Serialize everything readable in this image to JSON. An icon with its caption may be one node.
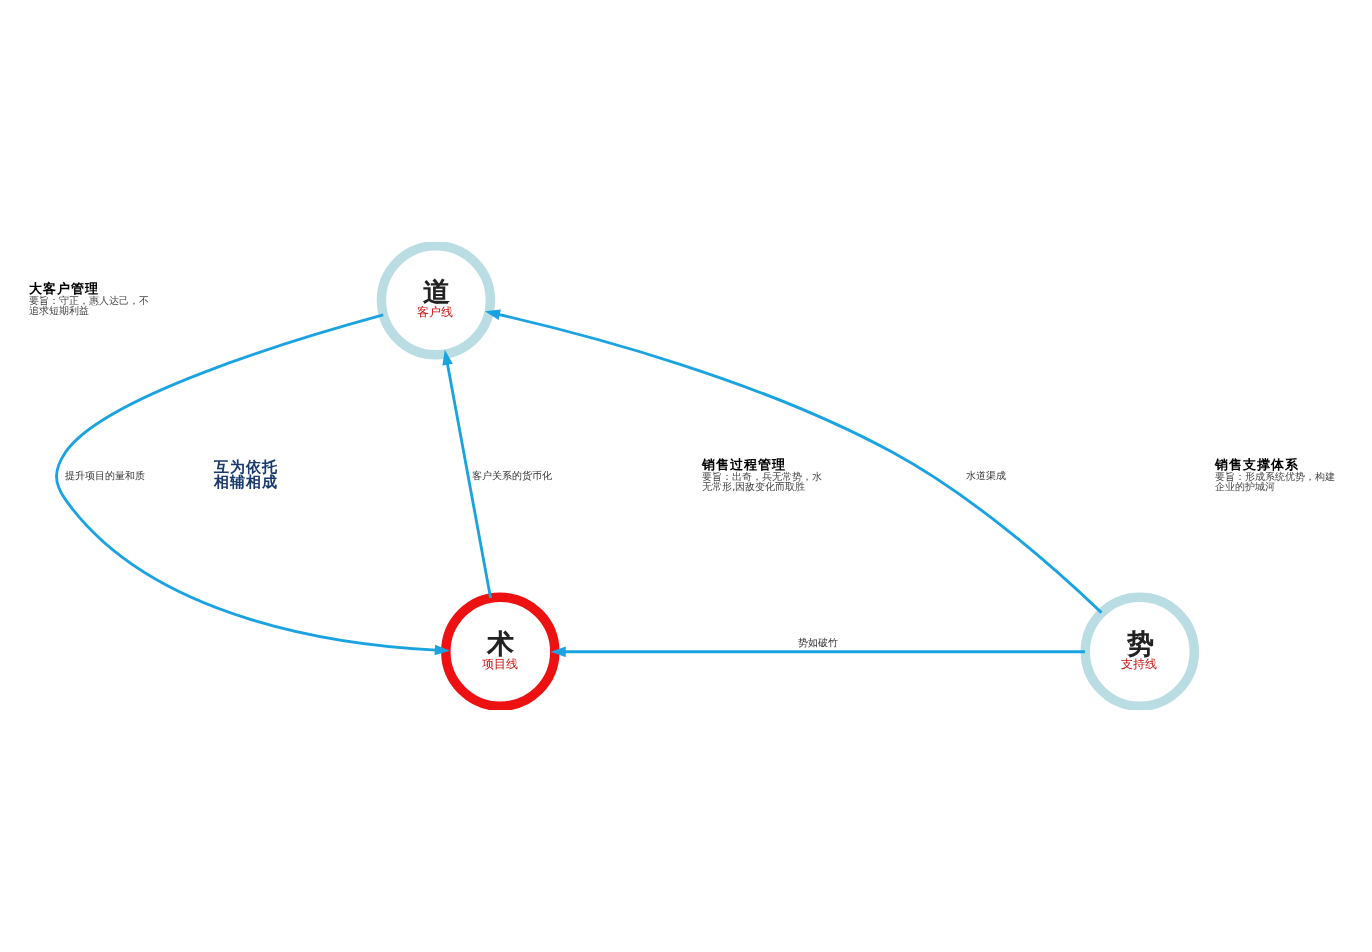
{
  "diagram": {
    "nodes": [
      {
        "text": [
          "道",
          "客户线"
        ],
        "beside": [
          "大客户管理",
          "要旨：守正，惠人达己，不追求短期利益"
        ]
      },
      {
        "text": [
          "术",
          "项目线"
        ],
        "beside": [
          "销售过程管理",
          "要旨：出奇，兵无常势，水无常形,因敌变化而取胜"
        ]
      },
      {
        "text": [
          "势",
          "支持线"
        ],
        "beside": [
          "销售支撑体系",
          "要旨：形成系统优势，构建企业的护城河"
        ]
      }
    ],
    "edges": [
      {
        "from": 0,
        "to": 1,
        "arrow": "to",
        "label": "提升项目的量和质"
      },
      {
        "from": 1,
        "to": 0,
        "arrow": "to",
        "label": "客户关系的货币化"
      },
      {
        "from": 2,
        "to": 0,
        "arrow": "to",
        "label": "水道渠成"
      },
      {
        "from": 2,
        "to": 1,
        "arrow": "to",
        "label": "势如破竹"
      }
    ],
    "labels": [
      "互为依托相辅相成"
    ]
  }
}
